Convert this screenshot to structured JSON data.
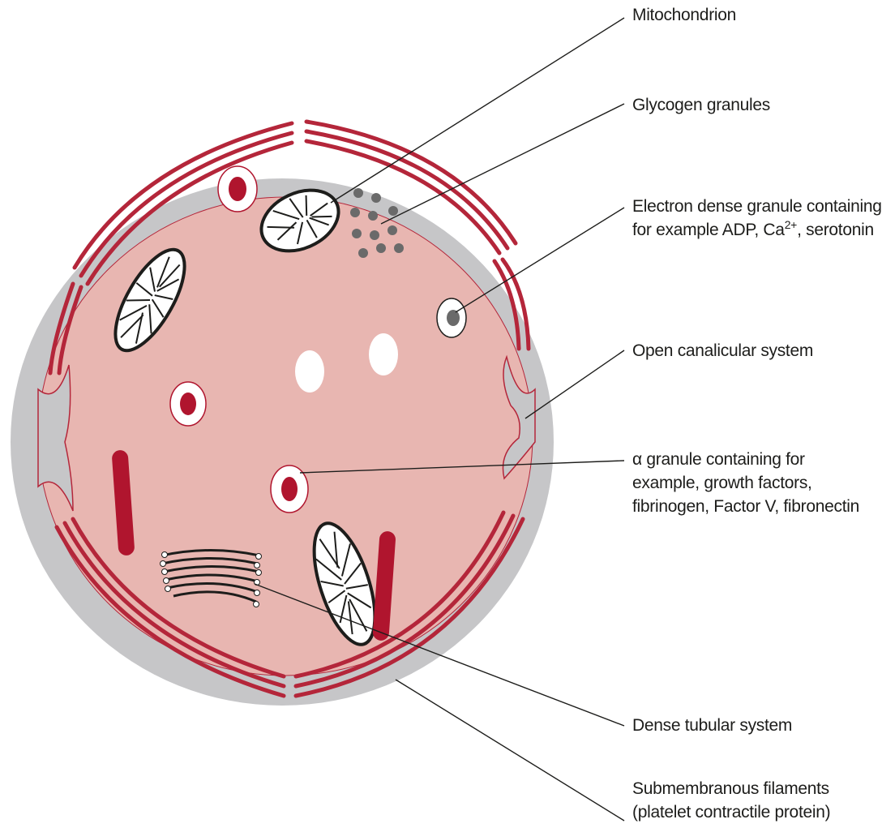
{
  "labels": {
    "mitochondrion": "Mitochondrion",
    "glycogen": "Glycogen granules",
    "dense_granule": {
      "line1": "Electron dense granule containing,",
      "line2_pre": "for example ADP, Ca",
      "line2_sup": "2+",
      "line2_post": ", serotonin"
    },
    "canalicular": "Open canalicular system",
    "alpha_granule": {
      "line1": "α granule containing for",
      "line2": "example, growth factors,",
      "line3": "fibrinogen, Factor V, fibronectin"
    },
    "dense_tubular": "Dense tubular system",
    "submembranous": {
      "line1": "Submembranous filaments",
      "line2": "(platelet contractile protein)"
    }
  },
  "colors": {
    "outer_membrane": "#c6c6c8",
    "cytoplasm": "#e8b6b1",
    "filament": "#b4263a",
    "granule_core": "#b0152e",
    "glycogen_dot": "#6a6a6a",
    "leader_line": "#1d1d1b"
  }
}
